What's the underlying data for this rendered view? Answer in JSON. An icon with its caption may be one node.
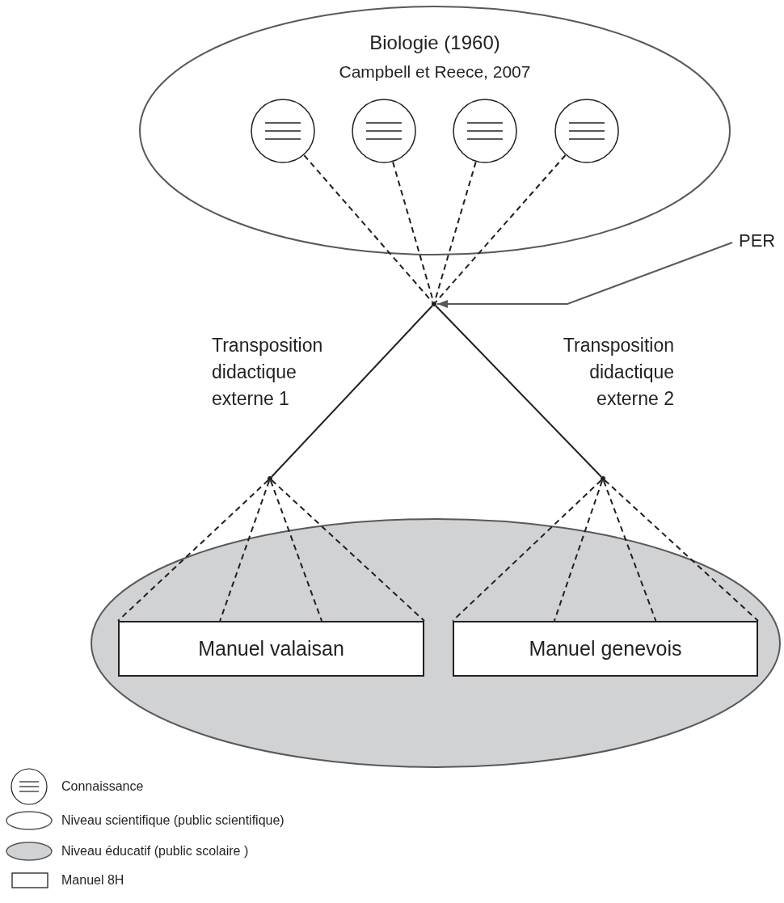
{
  "diagram": {
    "nodes": [
      {
        "text": [
          "Biologie (1960)",
          "Campbell et Reece, 2007"
        ]
      },
      {
        "text": [],
        "shape": "circle",
        "in": 0
      },
      {
        "text": [],
        "shape": "circle",
        "in": 0
      },
      {
        "text": [],
        "shape": "circle",
        "in": 0
      },
      {
        "text": [],
        "shape": "circle",
        "in": 0
      },
      {
        "text": [
          "PER"
        ]
      },
      {
        "text": [],
        "shape": "dot"
      },
      {
        "text": [],
        "shape": "dot"
      },
      {
        "text": [],
        "shape": "dot"
      },
      {
        "text": [],
        "shape": "ellipse"
      },
      {
        "text": [
          "Manuel valaisan"
        ],
        "in": 9
      },
      {
        "text": [
          "Manuel genevois"
        ],
        "in": 9
      }
    ],
    "edges": [
      {
        "from": 1,
        "to": 6,
        "arrow": "none",
        "style": "dashed"
      },
      {
        "from": 2,
        "to": 6,
        "arrow": "none",
        "style": "dashed"
      },
      {
        "from": 3,
        "to": 6,
        "arrow": "none",
        "style": "dashed"
      },
      {
        "from": 4,
        "to": 6,
        "arrow": "none",
        "style": "dashed"
      },
      {
        "from": 5,
        "to": 6,
        "arrow": "to"
      },
      {
        "from": 6,
        "to": 7,
        "arrow": "none",
        "label": "Transposition didactique externe 1"
      },
      {
        "from": 6,
        "to": 8,
        "arrow": "none",
        "label": "Transposition didactique externe 2"
      },
      {
        "from": 7,
        "to": 10,
        "arrow": "none",
        "style": "dashed"
      },
      {
        "from": 7,
        "to": 10,
        "arrow": "none",
        "style": "dashed"
      },
      {
        "from": 7,
        "to": 10,
        "arrow": "none",
        "style": "dashed"
      },
      {
        "from": 7,
        "to": 10,
        "arrow": "none",
        "style": "dashed"
      },
      {
        "from": 8,
        "to": 11,
        "arrow": "none",
        "style": "dashed"
      },
      {
        "from": 8,
        "to": 11,
        "arrow": "none",
        "style": "dashed"
      },
      {
        "from": 8,
        "to": 11,
        "arrow": "none",
        "style": "dashed"
      },
      {
        "from": 8,
        "to": 11,
        "arrow": "none",
        "style": "dashed"
      }
    ],
    "legend": [
      {
        "text": "Connaissance"
      },
      {
        "text": "Niveau scientifique (public scientifique)"
      },
      {
        "text": "Niveau éducatif (public scolaire )",
        "color": "#d1d2d4"
      },
      {
        "text": "Manuel 8H"
      }
    ]
  }
}
